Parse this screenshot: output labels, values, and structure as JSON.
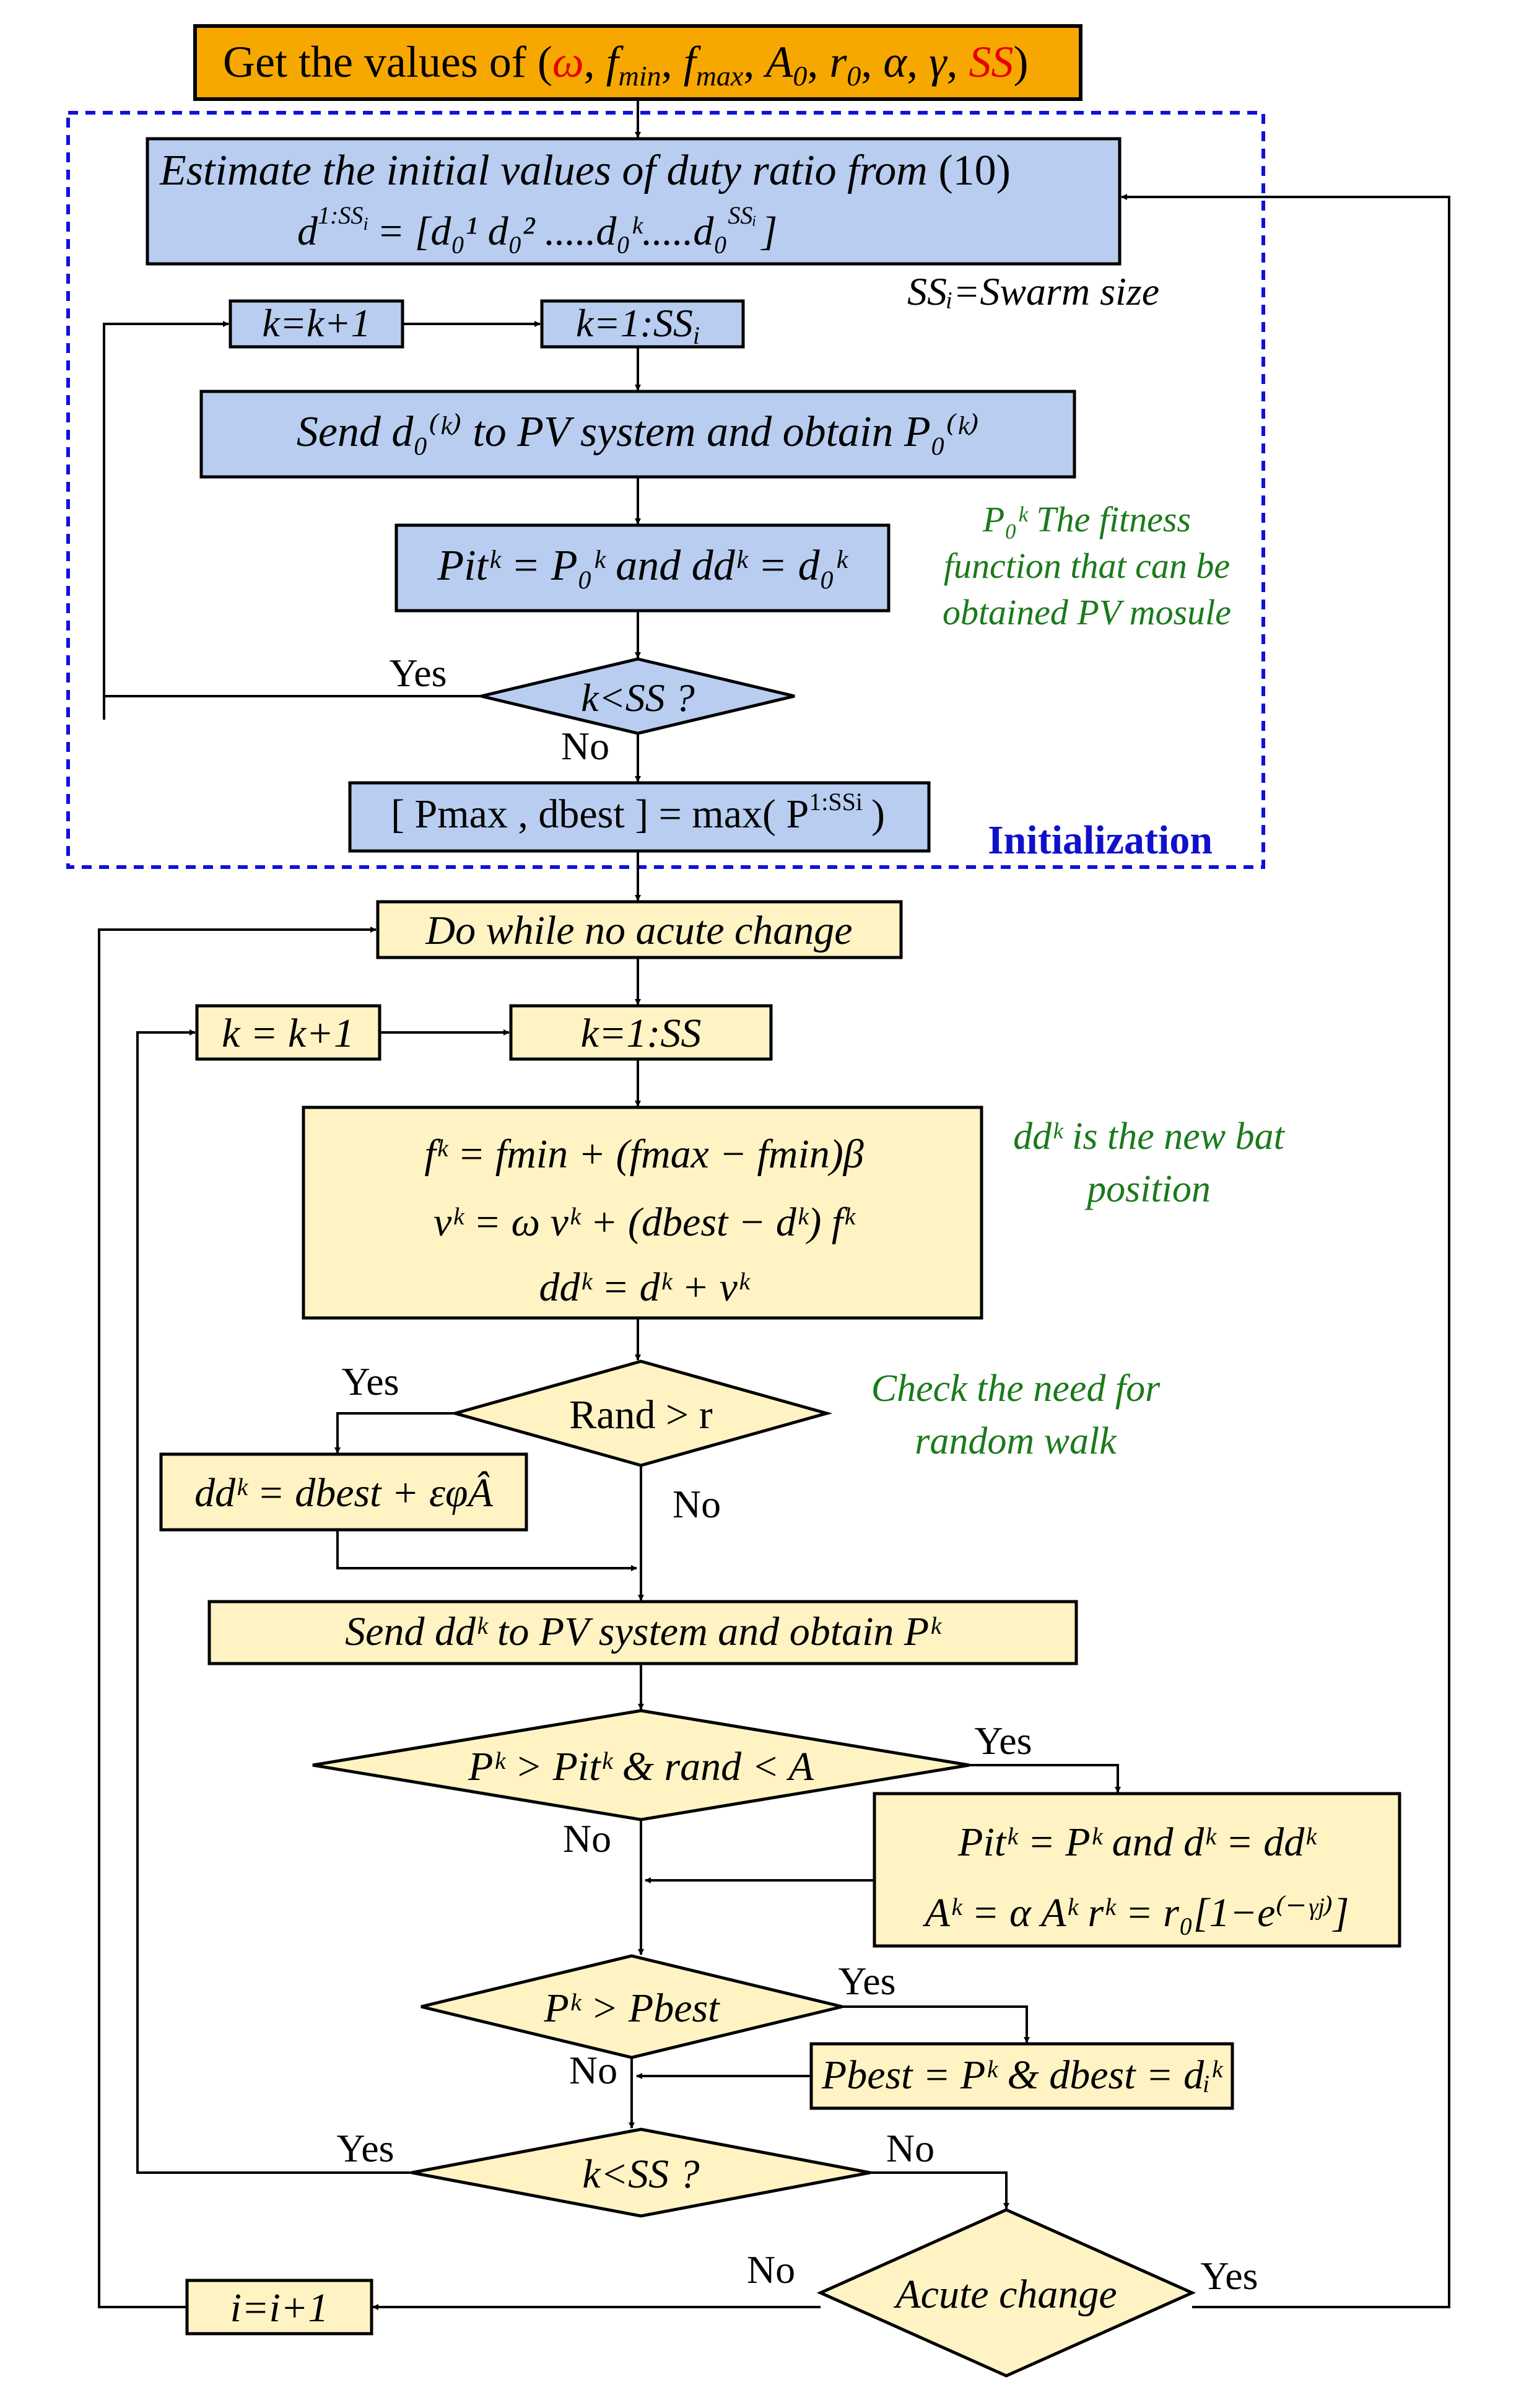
{
  "header": {
    "prefix": "Get the values of (",
    "omega": "ω",
    "sep1": ", ",
    "f": "f",
    "min": "min",
    "max": "max",
    "sep2": ", ",
    "A0": "A",
    "zero": "0",
    "r0": "r",
    "alpha": "α",
    "gamma": "γ",
    "SS": "SS",
    "close": ")"
  },
  "init": {
    "estimate_text": "Estimate the initial values of duty ratio from",
    "ref": "(10)",
    "vector_lhs": "d",
    "vector_sup": "1:SS",
    "vector_sub_i": "i",
    "vector_rhs": "= [d₀¹   d₀²   .....d₀ᵏ.....d₀",
    "vector_end_sup": "SSᵢ",
    "vector_close": "]",
    "swarm_note": "SSᵢ=Swarm size",
    "k_inc": "k=k+1",
    "k_loop": "k=1:SS",
    "k_loop_sub": "i",
    "send_text": "Send  d₀⁽ᵏ⁾ to PV system and obtain  P₀⁽ᵏ⁾",
    "pit_text": "Pitᵏ = P₀ᵏ  and  ddᵏ = d₀ᵏ",
    "fitness_note_1": "P₀ᵏ The fitness",
    "fitness_note_2": "function that can be",
    "fitness_note_3": "obtained PV mosule",
    "decision": "k<SS ?",
    "yes": "Yes",
    "no": "No",
    "max_text": "[ Pmax , dbest ] = max(  P",
    "max_sup": "1:SSi",
    "max_close": ")",
    "section_label": "Initialization"
  },
  "main": {
    "do_while": "Do while no acute change",
    "k_inc": "k = k+1",
    "k_loop": "k=1:SS",
    "eq1": "fᵏ = fmin + (fmax − fmin)β",
    "eq2": "vᵏ = ω vᵏ + (dbest − dᵏ) fᵏ",
    "eq3": "ddᵏ = dᵏ + vᵏ",
    "bat_note_1": "ddᵏ is the new bat",
    "bat_note_2": "position",
    "rand_decision": "Rand > r",
    "walk_note_1": "Check the need for",
    "walk_note_2": "random walk",
    "walk_eq": "ddᵏ = dbest + εφÂ",
    "send_text": "Send ddᵏ to PV system and obtain  Pᵏ",
    "accept_decision": "Pᵏ > Pitᵏ & rand < A",
    "update_eq1": "Pitᵏ = Pᵏ  and  dᵏ = ddᵏ",
    "update_eq2": "Aᵏ = α Aᵏ  rᵏ = r₀[1−e⁽⁻ᵞʲ⁾]",
    "best_decision": "Pᵏ > Pbest",
    "best_eq": "Pbest = Pᵏ & dbest = dᵢᵏ",
    "loop_decision": "k<SS ?",
    "acute_decision": "Acute change",
    "i_inc": "i=i+1",
    "yes": "Yes",
    "no": "No"
  },
  "colors": {
    "blue_box": "#b8cdf0",
    "cream_box": "#fff3c4",
    "header_box": "#f7a800",
    "dashed_border": "#1010dd",
    "note_green": "#1a7a1a",
    "param_red": "#e60000"
  }
}
